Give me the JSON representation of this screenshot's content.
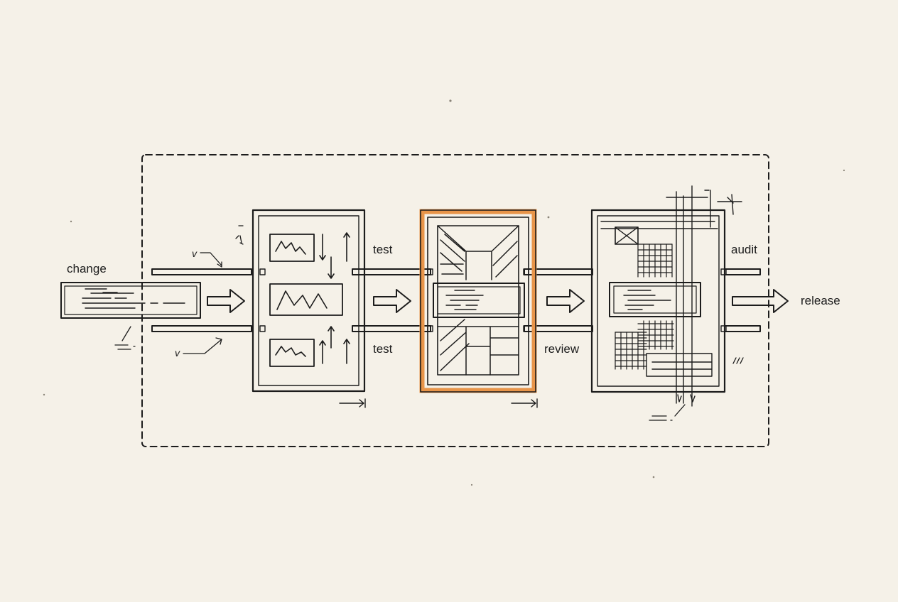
{
  "labels": {
    "input": "change",
    "stage1_top": "test",
    "stage1_bottom": "test",
    "stage2_bottom": "review",
    "stage3_top": "audit",
    "output": "release"
  },
  "colors": {
    "paper": "#f5f1e8",
    "ink": "#1c1c1c",
    "highlight": "#e8954a"
  }
}
